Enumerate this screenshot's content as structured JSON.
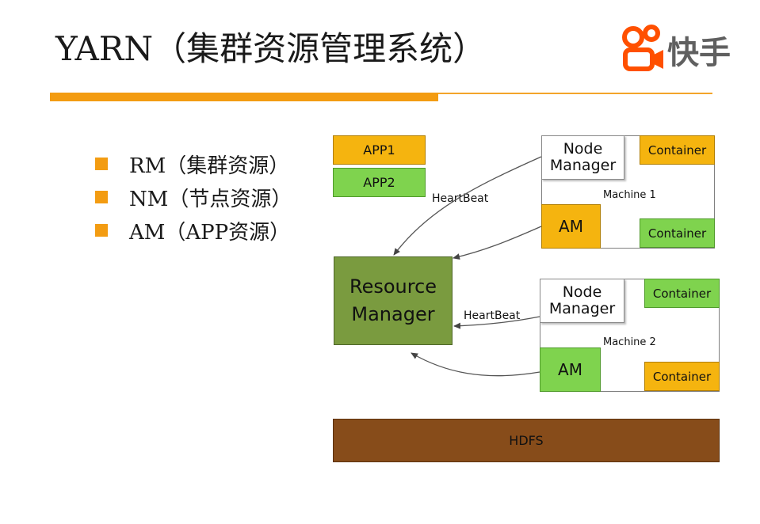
{
  "title": "YARN（集群资源管理系统）",
  "logo": {
    "text": "快手",
    "brand_color": "#ff5000"
  },
  "bullets": [
    "RM（集群资源）",
    "NM（节点资源）",
    "AM（APP资源）"
  ],
  "diagram": {
    "apps": [
      "APP1",
      "APP2"
    ],
    "resource_manager": "Resource\nManager",
    "heartbeat": "HeartBeat",
    "machines": [
      {
        "label": "Machine 1",
        "node_manager": "Node\nManager",
        "am": "AM",
        "containers": [
          "Container",
          "Container"
        ]
      },
      {
        "label": "Machine 2",
        "node_manager": "Node\nManager",
        "am": "AM",
        "containers": [
          "Container",
          "Container"
        ]
      }
    ],
    "hdfs": "HDFS"
  },
  "colors": {
    "accent": "#f39c12",
    "orange_box": "#f5b40f",
    "green_box": "#7fd34e",
    "resource_manager": "#7a9b3f",
    "hdfs": "#874c1a"
  }
}
